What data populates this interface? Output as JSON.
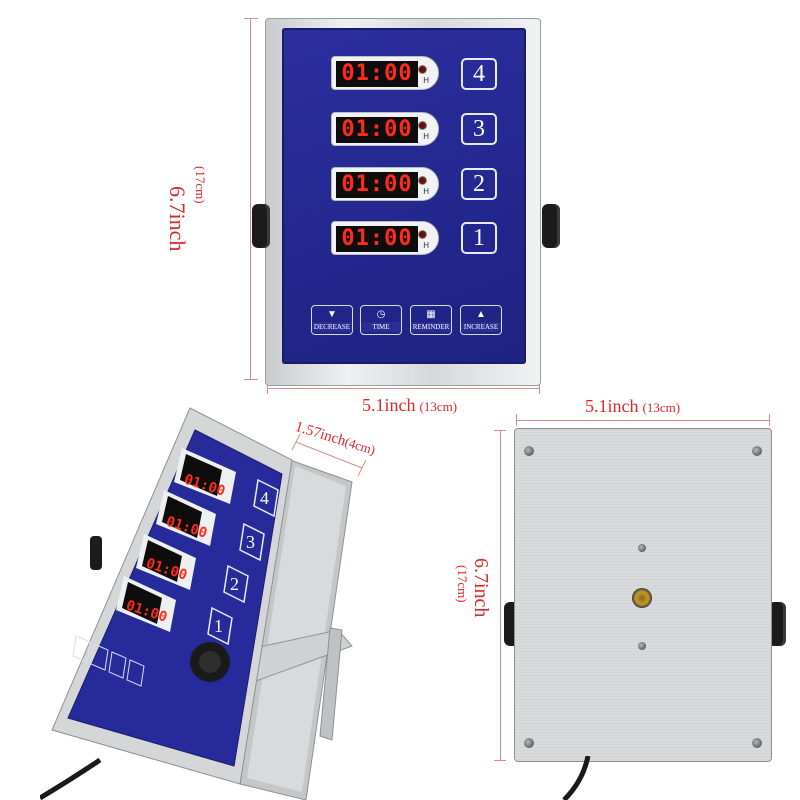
{
  "front_view": {
    "timers": [
      {
        "channel": "4",
        "readout": "01:00",
        "unit": "H"
      },
      {
        "channel": "3",
        "readout": "01:00",
        "unit": "H"
      },
      {
        "channel": "2",
        "readout": "01:00",
        "unit": "H"
      },
      {
        "channel": "1",
        "readout": "01:00",
        "unit": "H"
      }
    ],
    "controls": [
      {
        "label": "DECREASE",
        "icon": "triangle-down-icon"
      },
      {
        "label": "TIME",
        "icon": "clock-icon"
      },
      {
        "label": "REMINDER",
        "icon": "basket-icon"
      },
      {
        "label": "INCREASE",
        "icon": "triangle-up-icon"
      }
    ],
    "height_dim": "6.7inch",
    "height_cm": "(17cm)",
    "width_dim": "5.1inch",
    "width_cm": "(13cm)"
  },
  "angled_view": {
    "depth_dim": "1.57inch",
    "depth_cm": "(4cm)",
    "channels": [
      "4",
      "3",
      "2",
      "1"
    ],
    "readout": "01:00"
  },
  "back_view": {
    "width_dim": "5.1inch",
    "width_cm": "(13cm)",
    "height_dim": "6.7inch",
    "height_cm": "(17cm)"
  },
  "colors": {
    "panel_blue": "#2629a0",
    "digit_red": "#ff2a1a",
    "annotation_red": "#d62a2a",
    "steel": "#d5d6d8"
  }
}
